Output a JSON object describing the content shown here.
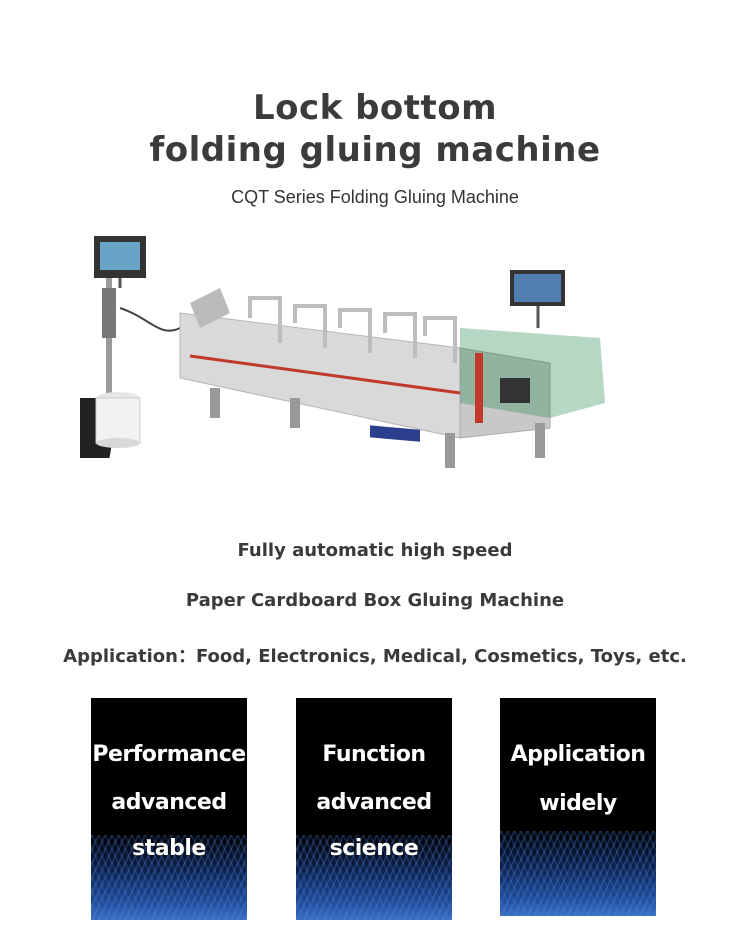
{
  "header": {
    "title_line1": "Lock bottom",
    "title_line2": "folding gluing machine",
    "subtitle": "CQT  Series Folding Gluing Machine"
  },
  "description": {
    "line1": "Fully automatic high speed",
    "line2": "Paper Cardboard Box Gluing Machine",
    "line3": "Application：Food, Electronics, Medical, Cosmetics, Toys, etc."
  },
  "cards": [
    {
      "line1": "Performance",
      "line2": "advanced",
      "line3": "stable"
    },
    {
      "line1": "Function",
      "line2": "advanced",
      "line3": "science"
    },
    {
      "line1": "Application",
      "line2": "widely"
    }
  ],
  "colors": {
    "card_background": "#000000",
    "card_glow": "#3a6fc6",
    "machine_frame": "#d8d8d8",
    "machine_accent": "#c0392b"
  }
}
